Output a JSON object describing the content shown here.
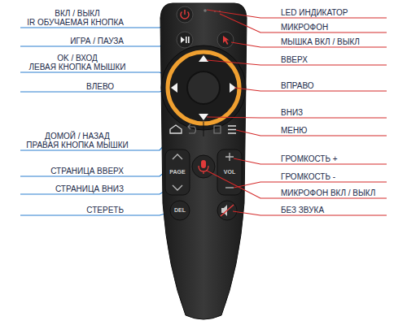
{
  "diagram": {
    "labels": [
      "ВКЛ / ВЫКЛ",
      "IR ОБУЧАЕМАЯ КНОПКА",
      "LED ИНДИКАТОР",
      "МИКРОФОН",
      "ИГРА / ПАУЗА",
      "МЫШКА ВКЛ / ВЫКЛ",
      "OK / ВХОД",
      "ЛЕВАЯ КНОПКА МЫШКИ",
      "ВВЕРХ",
      "ВЛЕВО",
      "ВПРАВО",
      "ВНИЗ",
      "ДОМОЙ / НАЗАД",
      "ПРАВАЯ КНОПКА МЫШКИ",
      "МЕНЮ",
      "СТРАНИЦА ВВЕРХ",
      "ГРОМКОСТЬ +",
      "PAGE",
      "VOL",
      "ГРОМКОСТЬ -",
      "СТРАНИЦА ВНИЗ",
      "МИКРОФОН ВКЛ / ВЫКЛ",
      "СТЕРЕТЬ",
      "DEL",
      "БЕЗ ЗВУКА"
    ]
  }
}
